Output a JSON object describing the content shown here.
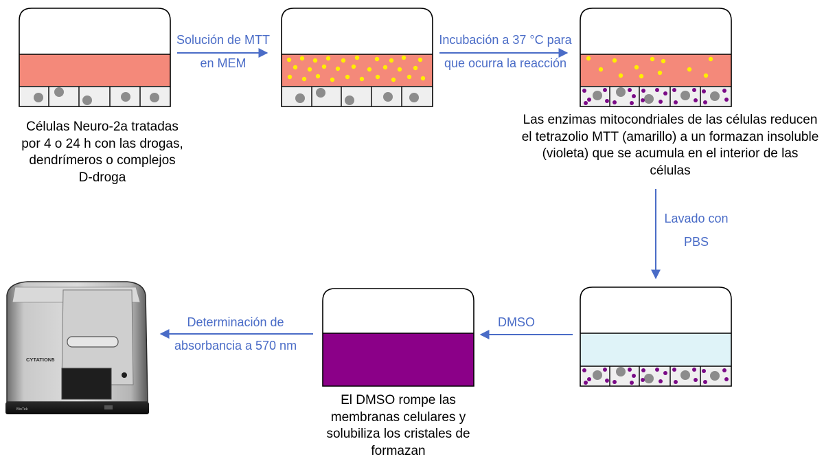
{
  "colors": {
    "arrow": "#4a6cc7",
    "medium_pink": "#f4897a",
    "mtt_yellow": "#ffee00",
    "formazan_violet": "#7a0a86",
    "pbs_blue": "#dff3f8",
    "dmso_purple": "#8b0088",
    "cell_fill": "#efefef",
    "nucleus": "#8c8c8c"
  },
  "captions": {
    "cells_start": "Células Neuro-2a tratadas por 4 o 24 h con las drogas, dendrímeros o complejos D-droga",
    "enzymes": "Las enzimas mitocondriales de las células reducen el tetrazolio MTT (amarillo) a un formazan insoluble (violeta) que se acumula en el interior de las células",
    "dmso_effect": "El DMSO rompe las membranas celulares y solubiliza los cristales de formazan"
  },
  "steps": {
    "mtt_solution": "Solución de MTT en MEM",
    "incubation": "Incubación a 37 °C para que ocurra la reacción",
    "wash": "Lavado con PBS",
    "dmso": "DMSO",
    "absorbance": "Determinación de absorbancia a 570 nm"
  },
  "instrument": {
    "brand": "CYTATION5",
    "maker": "BioTek"
  }
}
